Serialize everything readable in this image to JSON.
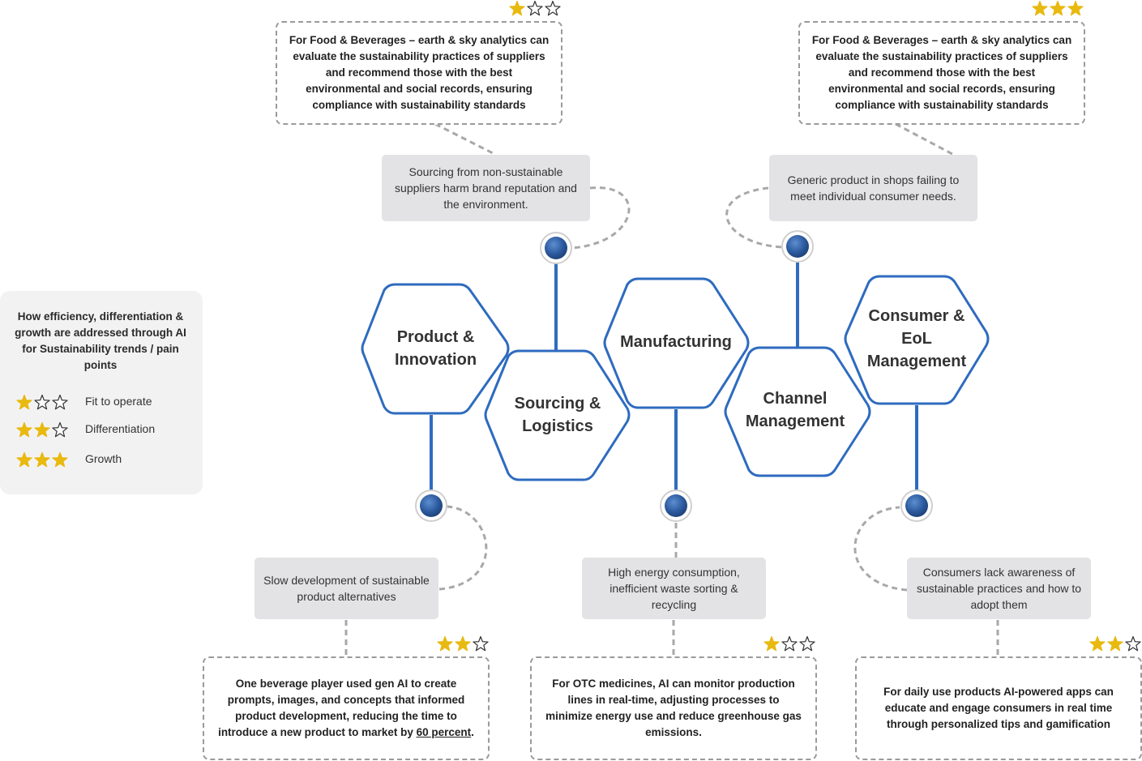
{
  "legend": {
    "title": "How efficiency, differentiation & growth are addressed through AI for Sustainability trends / pain points",
    "items": [
      {
        "stars": 1,
        "label": "Fit to operate"
      },
      {
        "stars": 2,
        "label": "Differentiation"
      },
      {
        "stars": 3,
        "label": "Growth"
      }
    ]
  },
  "stages": {
    "product": "Product & Innovation",
    "sourcing": "Sourcing & Logistics",
    "manufacturing": "Manufacturing",
    "channel": "Channel Management",
    "consumer": "Consumer & EoL Management"
  },
  "pain_points": {
    "sourcing": "Sourcing from non-sustainable suppliers harm brand reputation and the environment.",
    "channel": "Generic product in shops failing to meet individual consumer needs.",
    "product": "Slow development of sustainable product alternatives",
    "manufacturing": "High energy consumption, inefficient waste sorting & recycling",
    "consumer": "Consumers lack awareness of sustainable practices and how to adopt them"
  },
  "use_cases": {
    "sourcing": {
      "text": "For Food & Beverages – earth & sky analytics can evaluate the sustainability practices of suppliers and recommend those with the best environmental and social records, ensuring compliance with sustainability standards",
      "stars": 1
    },
    "channel": {
      "text": "For Food & Beverages – earth & sky analytics can evaluate the sustainability practices of suppliers and recommend those with the best environmental and social records, ensuring compliance with sustainability standards",
      "stars": 3
    },
    "product": {
      "text_before": "One beverage player used gen AI to create prompts, images, and concepts that informed product development, reducing the time to introduce a new product to market by ",
      "link": "60 percent",
      "text_after": ".",
      "stars": 2
    },
    "manufacturing": {
      "text": "For OTC medicines, AI can monitor production lines in real-time, adjusting processes to minimize energy use and reduce greenhouse gas emissions.",
      "stars": 1
    },
    "consumer": {
      "text": "For daily use products AI-powered apps can educate and engage consumers in real time through personalized tips and gamification",
      "stars": 2
    }
  },
  "colors": {
    "hex_border": "#2e6bbf",
    "connector": "#2f6cc0",
    "node": "#2c5a9e",
    "star": "#e8b90f",
    "star_empty_stroke": "#333333",
    "dashed": "#a8a8a8",
    "pain_bg": "#e3e2e5",
    "legend_bg": "#f3f2f3"
  }
}
